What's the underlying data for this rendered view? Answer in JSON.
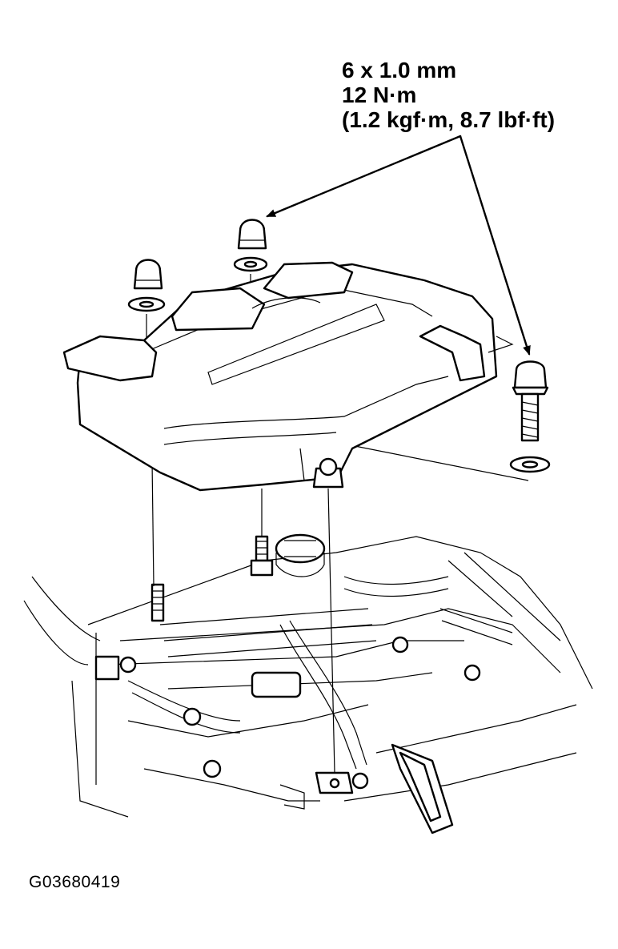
{
  "spec": {
    "thread": "6 x 1.0 mm",
    "torque": "12 N·m",
    "torque_alt": "(1.2 kgf·m, 8.7 lbf·ft)"
  },
  "figure_code": "G03680419"
}
